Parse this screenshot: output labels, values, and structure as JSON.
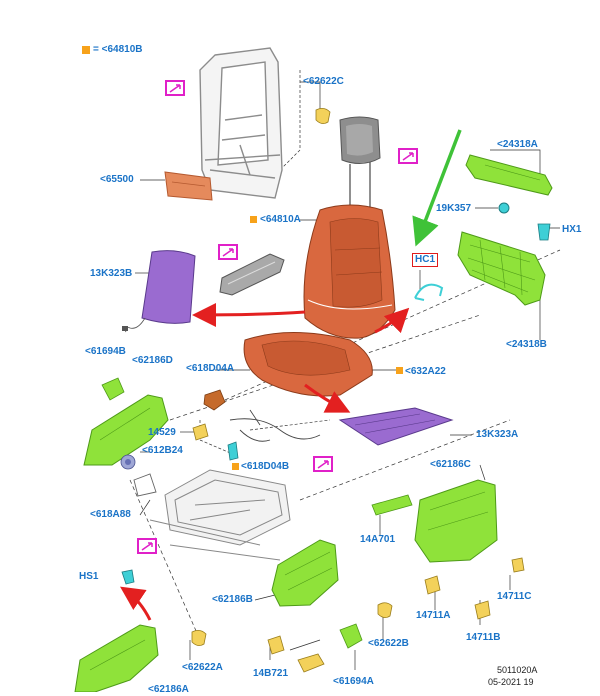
{
  "legend": {
    "text": "= <64810B"
  },
  "labels": {
    "l62622C_top": "<62622C",
    "l65500": "<65500",
    "l64810A": "<64810A",
    "l24318A": "<24318A",
    "l19K357": "19K357",
    "lHX1": "HX1",
    "lHC1": "HC1",
    "l13K323B": "13K323B",
    "l24318B": "<24318B",
    "l61694B": "<61694B",
    "l62186D": "<62186D",
    "l618D04A": "<618D04A",
    "l632A22": "<632A22",
    "l14529": "14529",
    "l612B24": "<612B24",
    "l13K323A": "13K323A",
    "l618D04B": "<618D04B",
    "l62186C": "<62186C",
    "l618A88": "<618A88",
    "l14A701": "14A701",
    "lHS1": "HS1",
    "l62186B": "<62186B",
    "l14711A": "14711A",
    "l14711C": "14711C",
    "l62622B": "<62622B",
    "l14711B": "14711B",
    "l62622A": "<62622A",
    "l14B721": "14B721",
    "l61694A": "<61694A",
    "l62186A": "<62186A"
  },
  "footer": {
    "code": "5011020A",
    "date": "05-2021 19"
  },
  "colors": {
    "label_blue": "#1a73c7",
    "accent_orange": "#f7a21a",
    "seat_red": "#d9683f",
    "trim_green": "#8fe23a",
    "heater_purple": "#9a6bd0",
    "arrow_red": "#e32020",
    "arrow_green": "#3fc238",
    "note_magenta": "#e020c8"
  }
}
